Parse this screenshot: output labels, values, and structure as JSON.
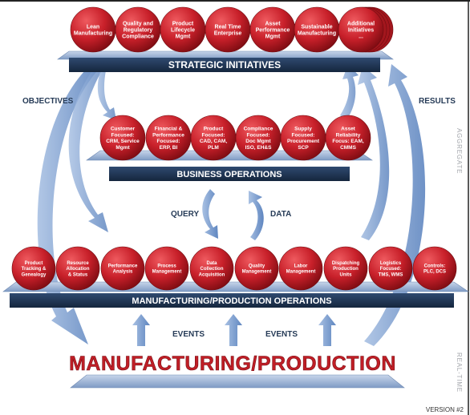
{
  "layers": {
    "strategic": {
      "label": "STRATEGIC INITIATIVES",
      "items": [
        "Lean\nManufacturing",
        "Quality and\nRegulatory\nCompliance",
        "Product\nLifecycle\nMgmt",
        "Real Time\nEnterprise",
        "Asset\nPerformance\nMgmt",
        "Sustainable\nManufacturing",
        "Additional\nInitiatives\n..."
      ]
    },
    "business": {
      "label": "BUSINESS OPERATIONS",
      "items": [
        "Customer\nFocused:\nCRM, Service\nMgmt",
        "Financial &\nPerformance\nFocused:\nERP, BI",
        "Product\nFocused:\nCAD, CAM,\nPLM",
        "Compliance\nFocused:\nDoc Mgmt\nISO, EH&S",
        "Supply\nFocused:\nProcurement\nSCP",
        "Asset\nReliability\nFocus: EAM,\nCMMS"
      ]
    },
    "manufacturing_ops": {
      "label": "MANUFACTURING/PRODUCTION OPERATIONS",
      "items": [
        "Product\nTracking &\nGenealogy",
        "Resource\nAllocation\n& Status",
        "Performance\nAnalysis",
        "Process\nManagement",
        "Data\nCollection\nAcquisition",
        "Quality\nManagement",
        "Labor\nManagement",
        "Dispatching\nProduction\nUnits",
        "Logistics\nFocused:\nTMS, WMS",
        "Controls:\nPLC, DCS"
      ]
    },
    "production": {
      "label": "MANUFACTURING/PRODUCTION"
    }
  },
  "flows": {
    "objectives": "OBJECTIVES",
    "results": "RESULTS",
    "query": "QUERY",
    "data": "DATA",
    "events_left": "EVENTS",
    "events_right": "EVENTS"
  },
  "side_labels": {
    "top": "AGGREGATE",
    "bottom": "REAL-TIME"
  },
  "version": "VERSION #2",
  "colors": {
    "circle": "#c8202a",
    "platform": "#8aa4c9",
    "band": "#1e3350",
    "arrow": "#7d9fcf",
    "big_title": "#c01e26"
  }
}
